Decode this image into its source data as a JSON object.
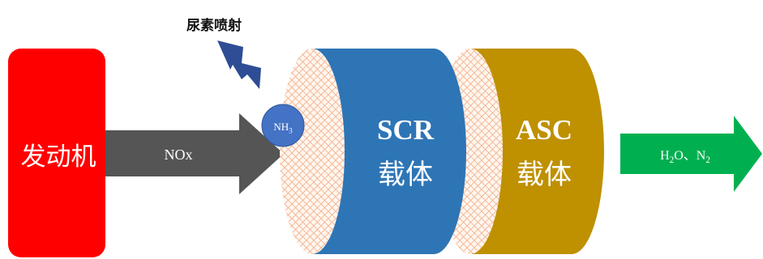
{
  "labels": {
    "engine": "发动机",
    "nox": "NOx",
    "urea_injection": "尿素喷射",
    "nh3": {
      "base": "NH",
      "sub": "3"
    },
    "scr": {
      "title": "SCR",
      "subtitle": "载体"
    },
    "asc": {
      "title": "ASC",
      "subtitle": "载体"
    },
    "output": {
      "h": "H",
      "h_sub": "2",
      "o": "O、N",
      "n_sub": "2"
    }
  },
  "colors": {
    "engine": "#ff0000",
    "nox_arrow": "#555555",
    "urea_bolt": "#2e4d95",
    "nh3_circle": "#4472c4",
    "scr_body": "#2e75b6",
    "asc_body": "#bf9000",
    "mesh_face": "#f8cbad",
    "output_arrow": "#00b050"
  }
}
